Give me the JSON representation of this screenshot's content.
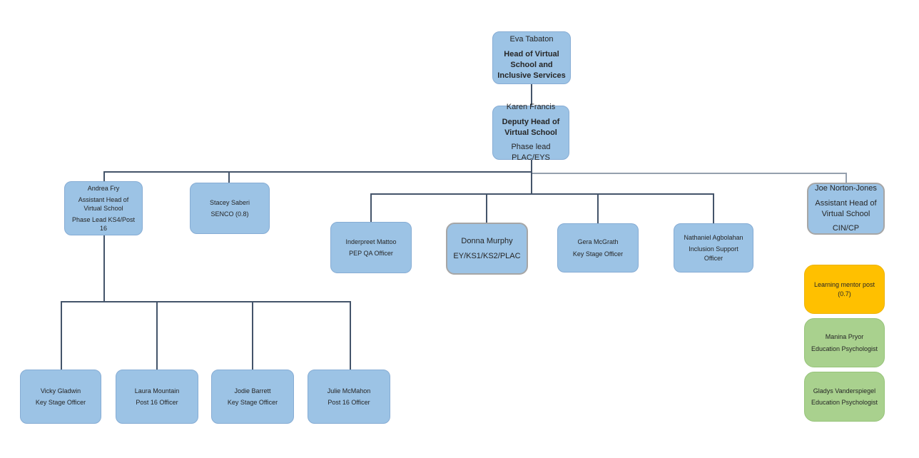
{
  "colors": {
    "node_blue": "#9CC3E5",
    "node_orange": "#FFC000",
    "node_green": "#A9D18E",
    "gray_border": "#A6A6A6",
    "connector_dark": "#44546A",
    "connector_light": "#95A0AE"
  },
  "nodes": {
    "eva": {
      "name": "Eva Tabaton",
      "title": "Head of Virtual School and Inclusive Services"
    },
    "karen": {
      "name": "Karen Francis",
      "title": "Deputy Head of Virtual School",
      "subtitle": "Phase lead PLAC/EYS"
    },
    "andrea": {
      "name": "Andrea Fry",
      "title": "Assistant Head of Virtual School",
      "subtitle": "Phase Lead KS4/Post 16"
    },
    "stacey": {
      "name": "Stacey Saberi",
      "title": "SENCO (0.8)"
    },
    "inderpreet": {
      "name": "Inderpreet Mattoo",
      "title": "PEP QA Officer"
    },
    "donna": {
      "name": "Donna Murphy",
      "title": "EY/KS1/KS2/PLAC"
    },
    "gera": {
      "name": "Gera McGrath",
      "title": "Key Stage Officer"
    },
    "nathaniel": {
      "name": "Nathaniel Agbolahan",
      "title": "Inclusion Support Officer"
    },
    "joe": {
      "name": "Joe Norton-Jones",
      "title": "Assistant Head of Virtual School",
      "subtitle": "CIN/CP"
    },
    "mentor": {
      "title": "Learning mentor post (0.7)"
    },
    "manina": {
      "name": "Manina Pryor",
      "title": "Education Psychologist"
    },
    "gladys": {
      "name": "Gladys Vanderspiegel",
      "title": "Education Psychologist"
    },
    "vicky": {
      "name": "Vicky Gladwin",
      "title": "Key Stage Officer"
    },
    "laura": {
      "name": "Laura Mountain",
      "title": "Post 16 Officer"
    },
    "jodie": {
      "name": "Jodie Barrett",
      "title": "Key Stage Officer"
    },
    "julie": {
      "name": "Julie McMahon",
      "title": "Post 16 Officer"
    }
  }
}
